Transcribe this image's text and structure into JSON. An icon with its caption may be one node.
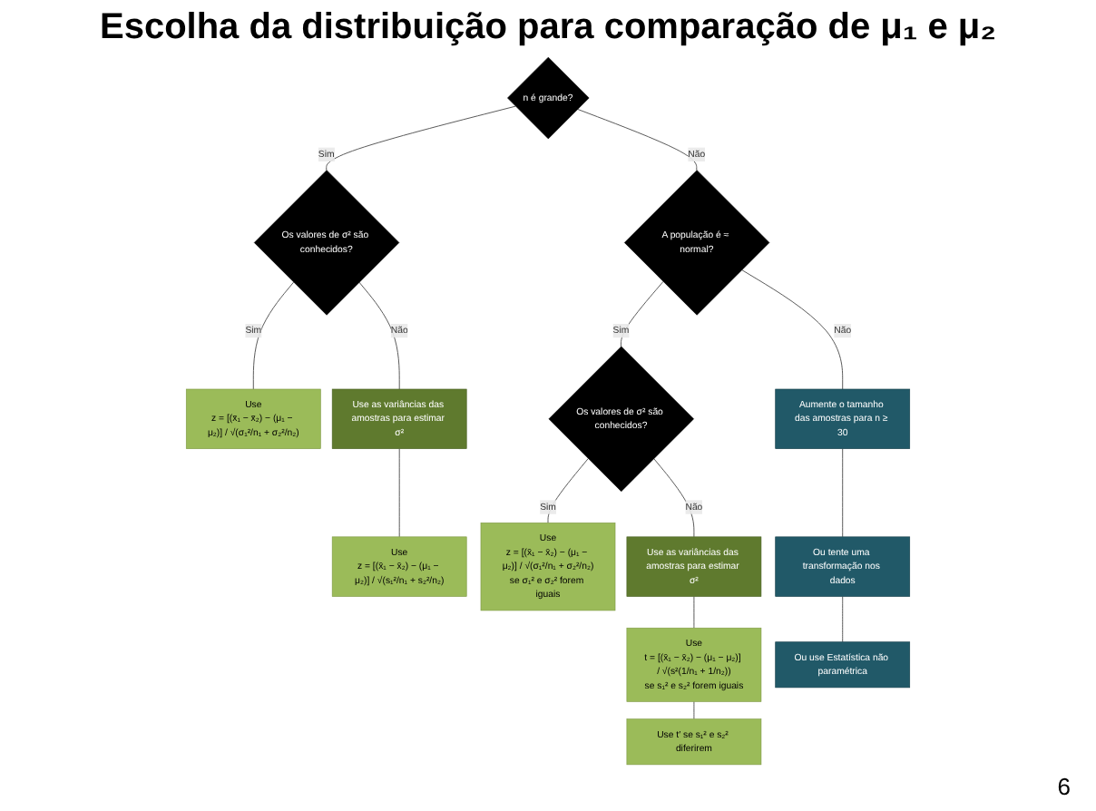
{
  "diagram": {
    "title": "Escolha da distribuição para comparação de μ₁ e μ₂",
    "nodes": [
      {
        "text": [
          "n é grande?"
        ]
      },
      {
        "text": [
          "Os valores de σ² são conhecidos?"
        ]
      },
      {
        "text": [
          "A população é ≈ normal?"
        ]
      },
      {
        "text": [
          "Os valores de σ² são conhecidos?"
        ]
      },
      {
        "text": [
          "Use as variâncias das amostras para estimar σ²"
        ]
      },
      {
        "text": [
          "Use",
          "z = [(x̄₁ − x̄₂) − (μ₁ − μ₂)] / √(σ₁²/n₁ + σ₂²/n₂)"
        ]
      },
      {
        "text": [
          "Use",
          "z = [(x̄₁ − x̄₂) − (μ₁ − μ₂)] / √(s₁²/n₁ + s₂²/n₂)"
        ]
      },
      {
        "text": [
          "Use",
          "z = [(x̄₁ − x̄₂) − (μ₁ − μ₂)] / √(σ₁²/n₁ + σ₂²/n₂)",
          "se σ₁² e σ₂² forem iguais"
        ]
      },
      {
        "text": [
          "Use as variâncias das amostras para estimar σ²"
        ]
      },
      {
        "text": [
          "Use",
          "t = [(x̄₁ − x̄₂) − (μ₁ − μ₂)] / √(s²(1/n₁ + 1/n₂))",
          "se s₁² e s₂² forem iguais"
        ]
      },
      {
        "text": [
          "Use t′ se s₁² e s₂² diferirem"
        ]
      },
      {
        "text": [
          "Aumente o tamanho das amostras para n ≥ 30"
        ]
      },
      {
        "text": [
          "Ou tente uma transformação nos dados"
        ]
      },
      {
        "text": [
          "Ou use Estatística não paramétrica"
        ]
      }
    ],
    "edges": [
      {
        "from": 0,
        "to": 1,
        "arrow": "none",
        "label": "Sim"
      },
      {
        "from": 0,
        "to": 2,
        "arrow": "none",
        "label": "Não"
      },
      {
        "from": 1,
        "to": 5,
        "arrow": "none",
        "label": "Sim"
      },
      {
        "from": 1,
        "to": 4,
        "arrow": "none",
        "label": "Não"
      },
      {
        "from": 4,
        "to": 6,
        "arrow": "none"
      },
      {
        "from": 2,
        "to": 3,
        "arrow": "none",
        "label": "Sim"
      },
      {
        "from": 2,
        "to": 11,
        "arrow": "none",
        "label": "Não"
      },
      {
        "from": 3,
        "to": 7,
        "arrow": "none",
        "label": "Sim"
      },
      {
        "from": 3,
        "to": 8,
        "arrow": "none",
        "label": "Não"
      },
      {
        "from": 8,
        "to": 9,
        "arrow": "none"
      },
      {
        "from": 9,
        "to": 10,
        "arrow": "none"
      },
      {
        "from": 11,
        "to": 12,
        "arrow": "none"
      },
      {
        "from": 12,
        "to": 13,
        "arrow": "none"
      }
    ],
    "labels": [
      "6"
    ]
  }
}
